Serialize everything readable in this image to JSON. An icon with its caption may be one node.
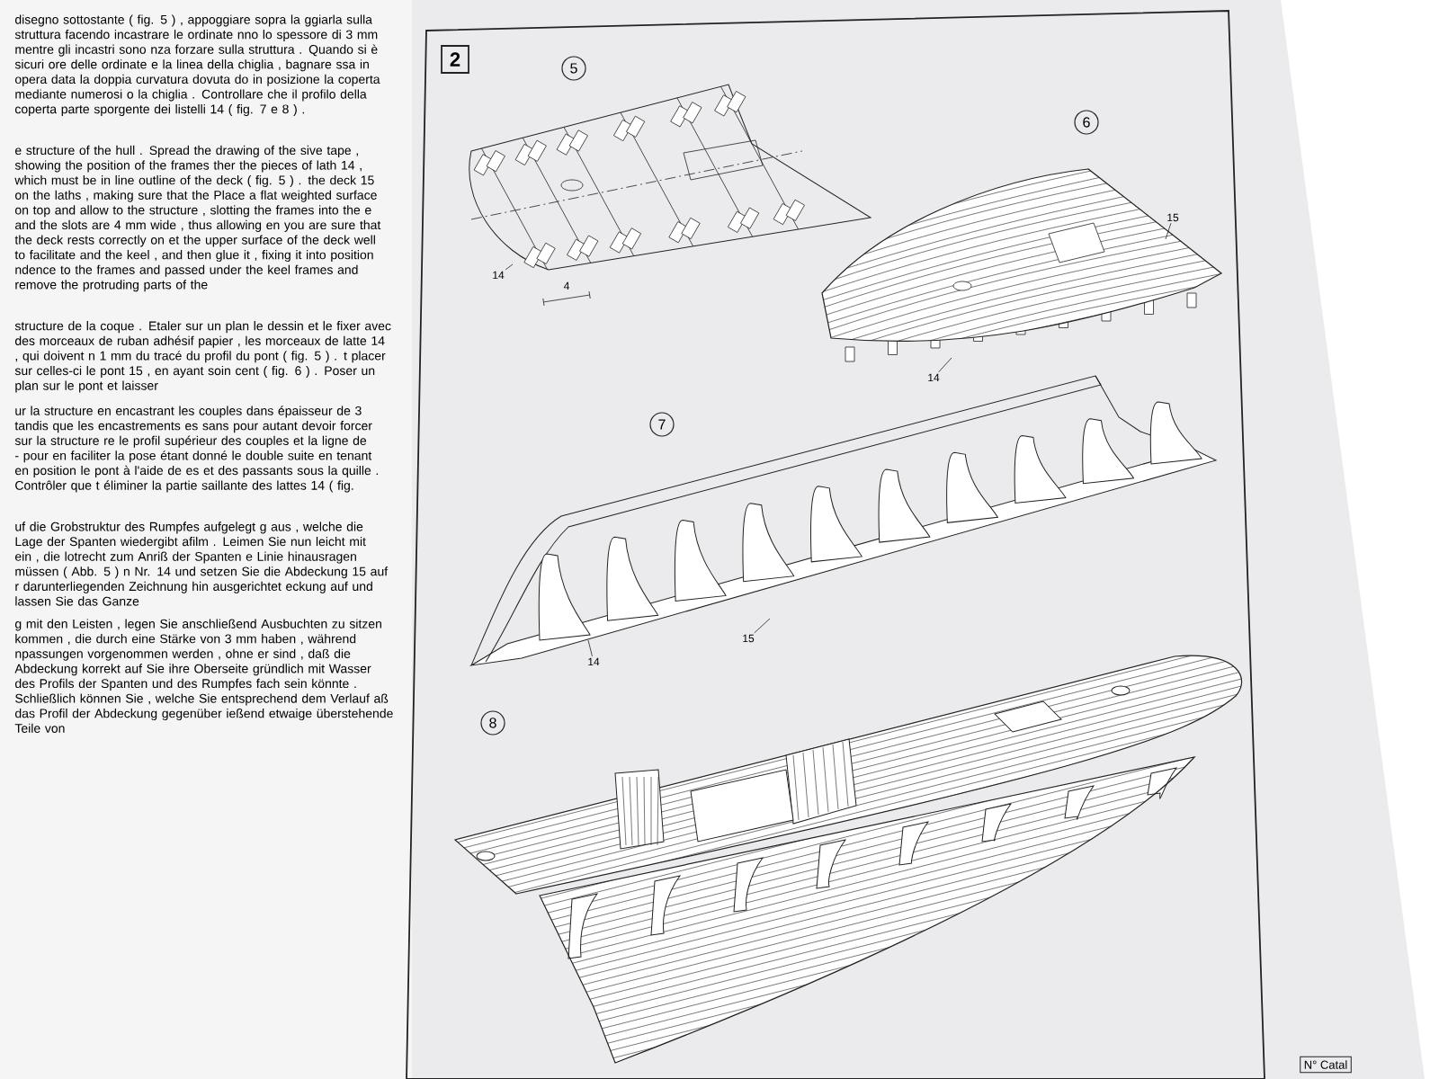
{
  "diagram": {
    "nodes": [
      {
        "text": [
          "2"
        ]
      },
      {
        "text": [
          "5"
        ]
      },
      {
        "text": [
          "6"
        ]
      },
      {
        "text": [
          "14"
        ]
      },
      {
        "text": [
          "15"
        ]
      },
      {
        "text": [
          "14"
        ]
      },
      {
        "text": [
          "7"
        ]
      },
      {
        "text": [
          "15"
        ]
      },
      {
        "text": [
          "14"
        ]
      },
      {
        "text": [
          "8"
        ]
      },
      {
        "text": [
          "N° Catal"
        ]
      }
    ],
    "edges": [
      {
        "from": 3,
        "to": null,
        "arrow": "none"
      },
      {
        "from": 4,
        "to": null,
        "arrow": "none"
      },
      {
        "from": 5,
        "to": null,
        "arrow": "none"
      },
      {
        "from": 7,
        "to": null,
        "arrow": "none"
      },
      {
        "from": 8,
        "to": null,
        "arrow": "none"
      }
    ],
    "labels": [
      "disegno sottostante ( fig. 5 ) , appoggiare sopra la ggiarla sulla struttura facendo incastrare le ordinate nno lo spessore di 3 mm mentre gli incastri sono nza forzare sulla struttura . Quando si è sicuri ore delle ordinate e la linea della chiglia , bagnare ssa in opera data la doppia curvatura dovuta do in posizione la coperta mediante numerosi o la chiglia . Controllare che il profilo della coperta parte sporgente dei listelli 14 ( fig. 7 e 8 ) .",
      "e structure of the hull . Spread the drawing of the sive tape , showing the position of the frames ther the pieces of lath 14 , which must be in line outline of the deck ( fig. 5 ) . the deck 15 on the laths , making sure that the Place a flat weighted surface on top and allow to the structure , slotting the frames into the e and the slots are 4 mm wide , thus allowing en you are sure that the deck rests correctly on et the upper surface of the deck well to facilitate and the keel , and then glue it , fixing it into position ndence to the frames and passed under the keel frames and remove the protruding parts of the",
      "structure de la coque . Etaler sur un plan le dessin et le fixer avec des morceaux de ruban adhésif papier , les morceaux de latte 14 , qui doivent n 1 mm du tracé du profil du pont ( fig. 5 ) . t placer sur celles-ci le pont 15 , en ayant soin cent ( fig. 6 ) . Poser un plan sur le pont et laisser",
      "ur la structure en encastrant les couples dans épaisseur de 3 tandis que les encastrements es sans pour autant devoir forcer sur la structure re le profil supérieur des couples et la ligne de - pour en faciliter la pose étant donné le double suite en tenant en position le pont à l'aide de es et des passants sous la quille . Contrôler que t éliminer la partie saillante des lattes 14 ( fig.",
      "uf die Grobstruktur des Rumpfes aufgelegt g aus , welche die Lage der Spanten wiedergibt afilm . Leimen Sie nun leicht mit ein , die lotrecht zum Anriß der Spanten e Linie hinausragen müssen ( Abb. 5 ) n Nr. 14 und setzen Sie die Abdeckung 15 auf r darunterliegenden Zeichnung hin ausgerichtet eckung auf und lassen Sie das Ganze",
      "g mit den Leisten , legen Sie anschließend Ausbuchten zu sitzen kommen , die durch eine Stärke von 3 mm haben , während npassungen vorgenommen werden , ohne er sind , daß die Abdeckung korrekt auf Sie ihre Oberseite gründlich mit Wasser des Profils der Spanten und des Rumpfes fach sein könnte . Schließlich können Sie , welche Sie entsprechend dem Verlauf aß das Profil der Abdeckung gegenüber ießend etwaige überstehende Teile von",
      "4"
    ]
  }
}
